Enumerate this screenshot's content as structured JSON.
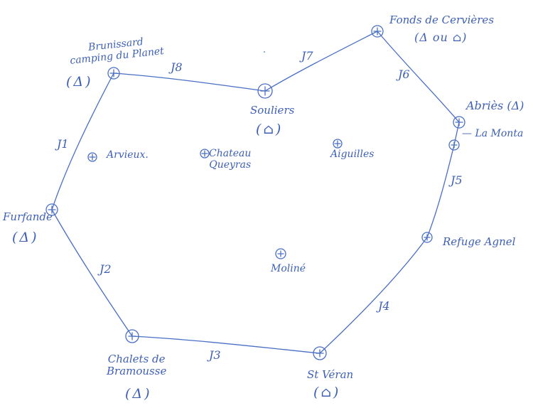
{
  "stops": {
    "brunissard": {
      "line1": "Brunissard",
      "line2": "camping du Planet",
      "marker": "(Δ)"
    },
    "souliers": {
      "name": "Souliers",
      "marker": "(⌂)"
    },
    "fonds": {
      "name": "Fonds de Cervières",
      "marker": "(Δ ou ⌂)"
    },
    "abries": {
      "name": "Abriès (Δ)"
    },
    "la_monta": {
      "name": "— La Monta"
    },
    "refuge_agnel": {
      "name": "Refuge Agnel"
    },
    "st_veran": {
      "name": "St Véran",
      "marker": "(⌂)"
    },
    "chalets": {
      "line1": "Chalets de",
      "line2": "Bramousse",
      "marker": "(Δ)"
    },
    "furfande": {
      "name": "Furfande",
      "marker": "(Δ)"
    }
  },
  "waypoints": {
    "arvieux": "Arvieux.",
    "chateau_line1": "Chateau",
    "chateau_line2": "Queyras",
    "aiguilles": "Aiguilles",
    "moline": "Moliné"
  },
  "legs": {
    "j1": "J1",
    "j2": "J2",
    "j3": "J3",
    "j4": "J4",
    "j5": "J5",
    "j6": "J6",
    "j7": "J7",
    "j8": "J8"
  },
  "colors": {
    "ink": "#4a6fc4",
    "text": "#3d5fb5",
    "paper": "#ffffff"
  }
}
